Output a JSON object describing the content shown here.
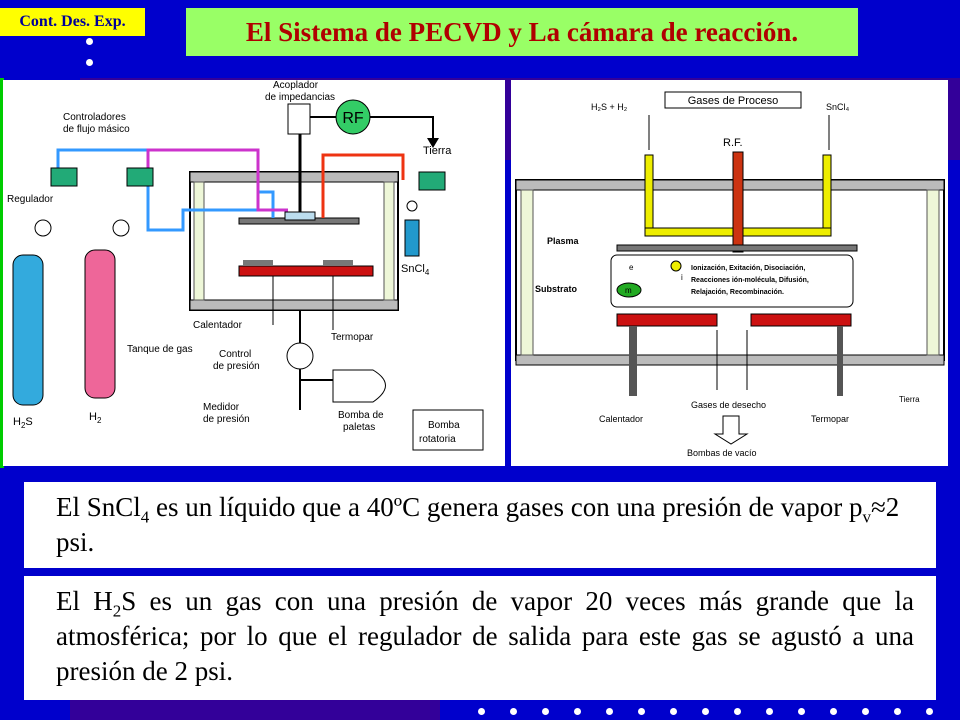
{
  "header": {
    "tag": "Cont. Des. Exp.",
    "title": "El Sistema de PECVD y La cámara de reacción."
  },
  "left_diagram": {
    "rf": "RF",
    "acoplador": [
      "Acoplador",
      "de impedancias"
    ],
    "controladores": [
      "Controladores",
      "de flujo másico"
    ],
    "tierra": "Tierra",
    "regulador": "Regulador",
    "sncl4": "SnCl",
    "sncl4_sub": "4",
    "calentador": "Calentador",
    "termopar": "Termopar",
    "tanque": "Tanque de gas",
    "control": [
      "Control",
      "de presión"
    ],
    "h2s": "H",
    "h2s_sub": "2",
    "h2s_tail": "S",
    "h2": "H",
    "h2_sub": "2",
    "medidor": [
      "Medidor",
      "de presión"
    ],
    "bomba_paletas": [
      "Bomba de",
      "paletas"
    ],
    "bomba_rotatoria": [
      "Bomba",
      "rotatoria"
    ]
  },
  "right_diagram": {
    "gas_in_left": "H₂S + H₂",
    "gases_proceso": "Gases de Proceso",
    "gas_in_right": "SnCl₄",
    "rf": "R.F.",
    "plasma": "Plasma",
    "e": "e",
    "m": "m",
    "i": "i",
    "processes": [
      "Ionización, Exitación, Disociación,",
      "Reacciones ión-molécula, Difusión,",
      "Relajación, Recombinación."
    ],
    "substrato": "Substrato",
    "tierra": "Tierra",
    "calentador": "Calentador",
    "gases_desecho": "Gases de desecho",
    "termopar": "Termopar",
    "bombas": "Bombas de vacío"
  },
  "paragraph1": {
    "a": "El SnCl",
    "sub1": "4",
    "b": " es un líquido que a 40ºC genera gases con una presión de vapor p",
    "sub2": "v",
    "c": "≈2 psi."
  },
  "paragraph2": {
    "a": "El H",
    "sub1": "2",
    "b": "S es un gas con una presión de vapor 20 veces más grande que la atmosférica; por lo que el regulador de salida para este gas se agustó a una presión de 2 psi."
  },
  "colors": {
    "background": "#0000cc",
    "title_bg": "#99ff66",
    "title_text": "#b00000",
    "tag_bg": "#ffff00"
  }
}
